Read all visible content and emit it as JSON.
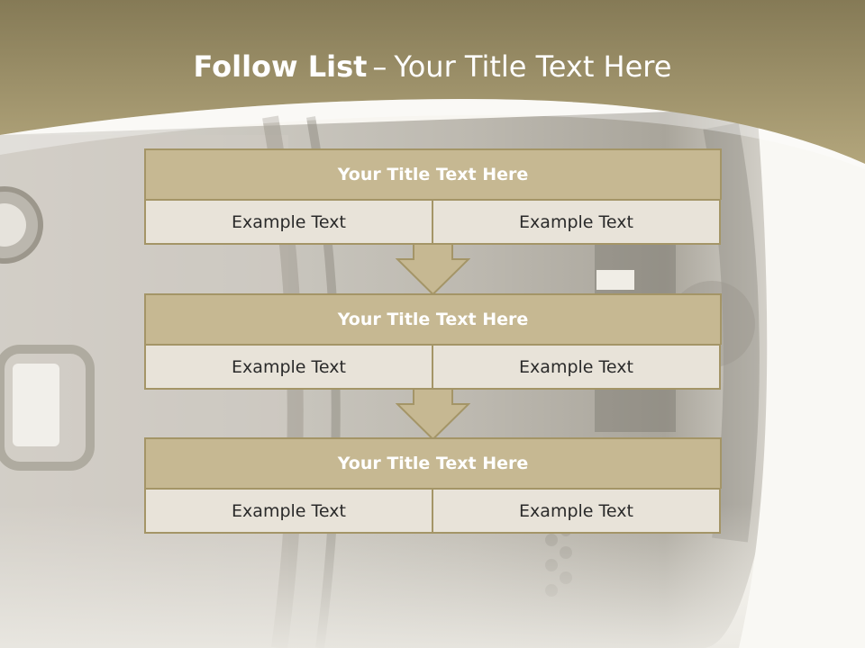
{
  "slide": {
    "title_bold": "Follow List",
    "title_sep": "–",
    "title_rest": "Your Title Text Here",
    "colors": {
      "header_band": "#a89a6e",
      "box_header": "#c6b892",
      "box_cell": "#e8e3d9",
      "border": "#a49567"
    }
  },
  "blocks": [
    {
      "title": "Your Title Text Here",
      "left": "Example Text",
      "right": "Example Text"
    },
    {
      "title": "Your Title Text Here",
      "left": "Example Text",
      "right": "Example Text"
    },
    {
      "title": "Your Title Text Here",
      "left": "Example Text",
      "right": "Example Text"
    }
  ]
}
